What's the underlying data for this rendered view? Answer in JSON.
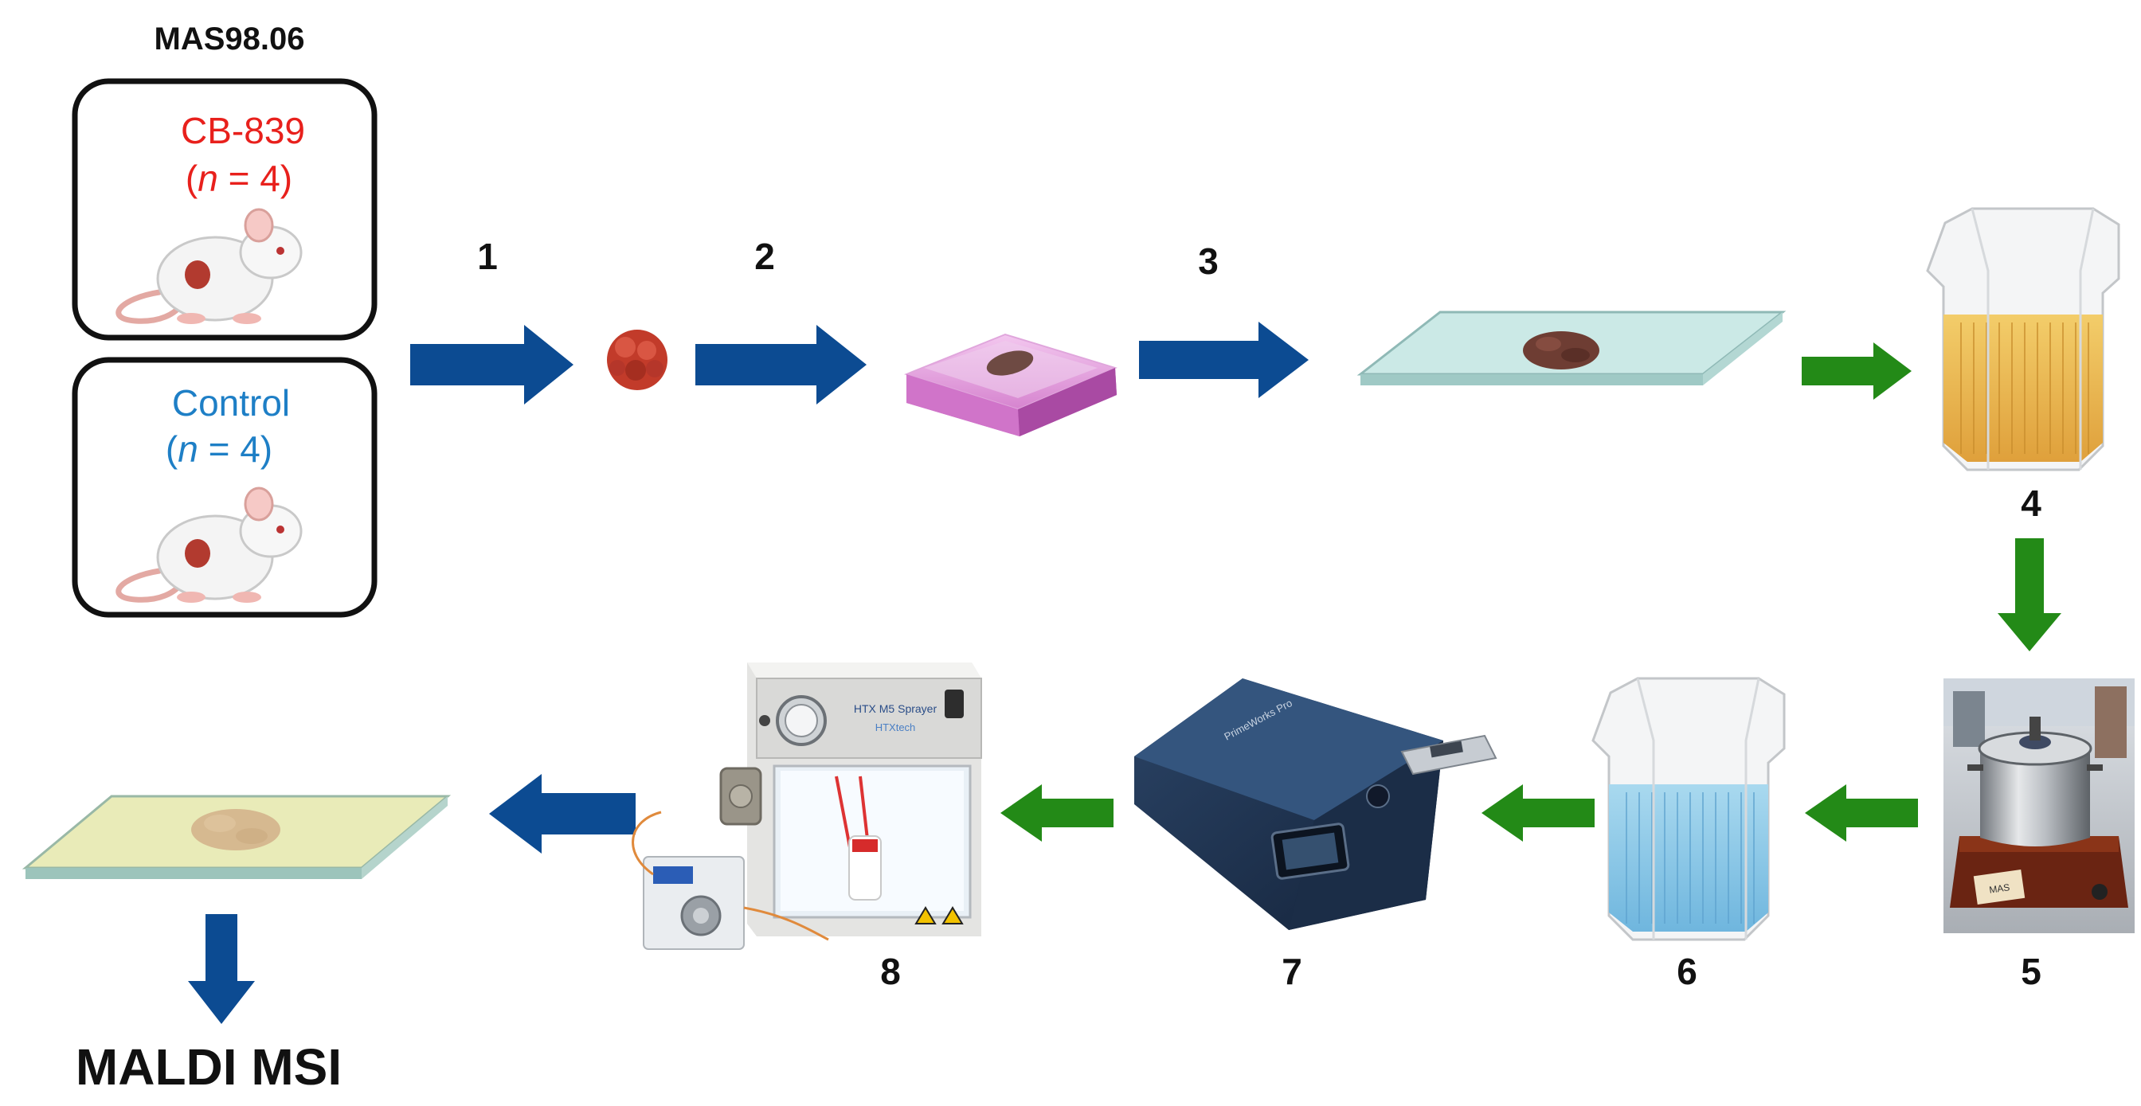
{
  "title": "MAS98.06",
  "groups": {
    "treated": {
      "name": "CB-839",
      "n_prefix": "(",
      "n_italic": "n",
      "n_suffix": " = 4)",
      "color": "#e8201c"
    },
    "control": {
      "name": "Control",
      "n_prefix": "(",
      "n_italic": "n",
      "n_suffix": " = 4)",
      "color": "#1e7fc6"
    }
  },
  "steps": [
    "1",
    "2",
    "3",
    "4",
    "5",
    "6",
    "7",
    "8"
  ],
  "device_labels": {
    "sprayer": "HTX M5 Sprayer",
    "sprayer_brand": "HTXtech",
    "processor": "PrimeWorks Pro",
    "beaker_tag": "MAS"
  },
  "output": "MALDI MSI",
  "colors": {
    "arrow_blue": "#0c4b92",
    "arrow_green": "#238a17",
    "box_border": "#111111",
    "tissue": "#7a4a3e",
    "tumor": "#c23b2a",
    "slide": "#c6e6e4",
    "slide_stained": "#e9ebb8",
    "yellow_liquid": "#e8b44a",
    "blue_liquid": "#8fcbe6"
  },
  "icons": [
    "mouse-icon",
    "tumor-icon",
    "cryostat-icon",
    "slide-icon",
    "staining-jar-icon",
    "pressure-cooker-photo",
    "scanner-icon",
    "sprayer-photo"
  ]
}
